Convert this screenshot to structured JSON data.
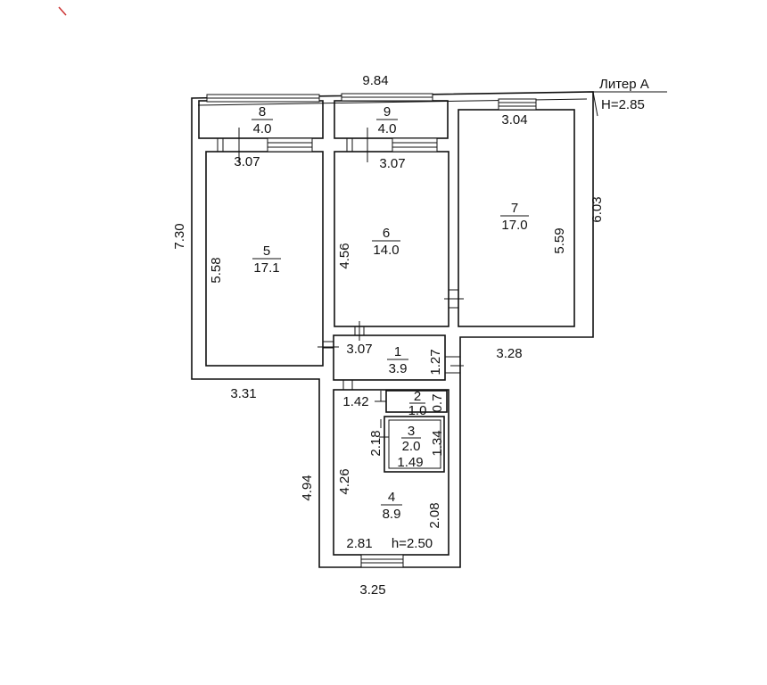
{
  "header": {
    "liter": "Литер А",
    "height": "H=2.85"
  },
  "rooms": [
    {
      "num": "1",
      "area": "3.9"
    },
    {
      "num": "2",
      "area": "1.0"
    },
    {
      "num": "3",
      "area": "2.0"
    },
    {
      "num": "4",
      "area": "8.9"
    },
    {
      "num": "5",
      "area": "17.1"
    },
    {
      "num": "6",
      "area": "14.0"
    },
    {
      "num": "7",
      "area": "17.0"
    },
    {
      "num": "8",
      "area": "4.0"
    },
    {
      "num": "9",
      "area": "4.0"
    }
  ],
  "dimensions": {
    "top_width": "9.84",
    "left_height": "7.30",
    "right_height": "6.03",
    "room5_width": "3.07",
    "room5_height": "5.58",
    "room6_width": "3.07",
    "room6_height": "4.56",
    "room7_width": "3.04",
    "room7_height": "5.59",
    "room1_width": "3.07",
    "room1_height": "1.27",
    "right_step": "3.28",
    "left_bottom": "3.31",
    "bath_width": "1.42",
    "room2_depth": "0.7",
    "room3_height_a": "2.18",
    "room3_height_b": "1.34",
    "room3_width": "1.49",
    "room4_height": "4.26",
    "room4_side": "2.08",
    "room4_width": "2.81",
    "room4_ceiling": "h=2.50",
    "lower_height": "4.94",
    "bottom_width": "3.25"
  }
}
